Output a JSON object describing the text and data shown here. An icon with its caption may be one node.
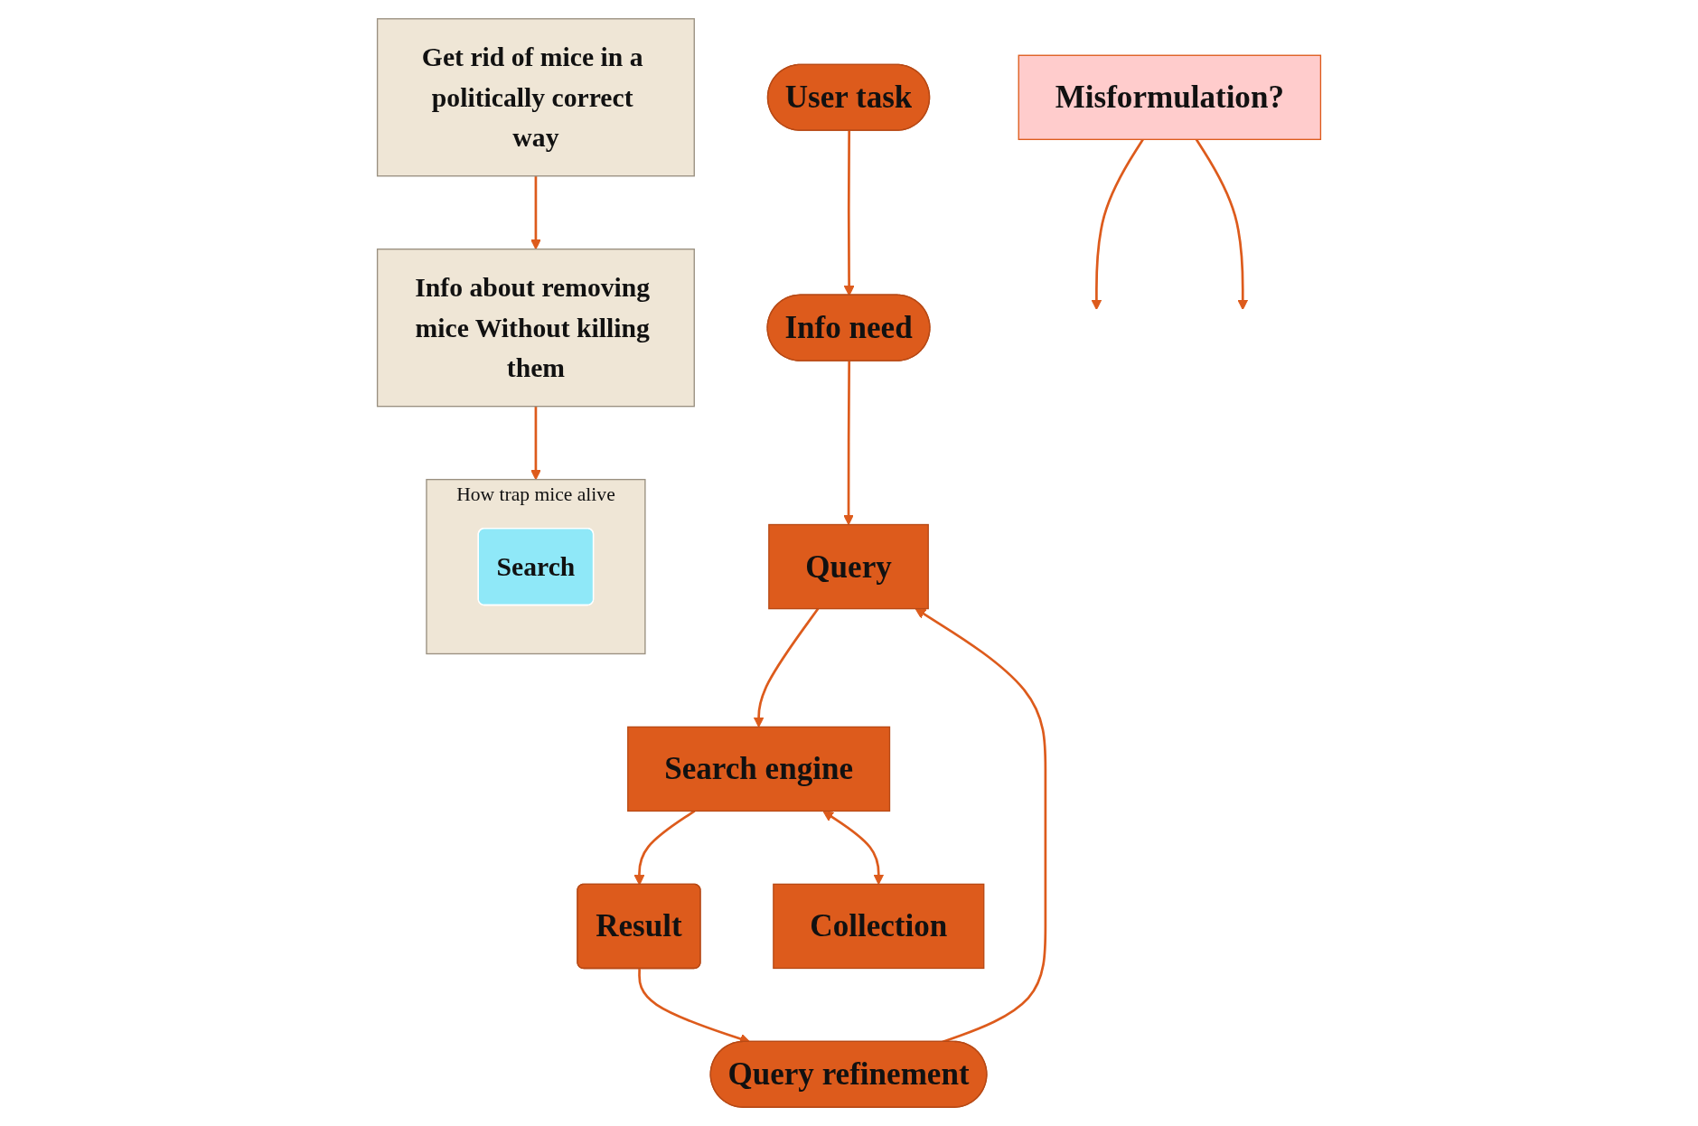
{
  "diagram": {
    "nodes": [
      {
        "text": [
          "User task"
        ]
      },
      {
        "text": [
          "Info need"
        ]
      },
      {
        "text": [
          "Query"
        ]
      },
      {
        "text": [
          "Misformulation?"
        ]
      },
      {
        "text": [
          "Get rid of mice in a politically correct way"
        ]
      },
      {
        "text": [
          "Info about removing mice Without killing them"
        ]
      },
      {
        "text": [
          "How trap mice alive"
        ]
      },
      {
        "text": [
          "Search"
        ],
        "in": 6
      },
      {
        "text": [
          "Search engine"
        ]
      },
      {
        "text": [
          "Result"
        ]
      },
      {
        "text": [
          "Query refinement"
        ]
      },
      {
        "text": [
          "Collection"
        ]
      }
    ],
    "edges": [
      {
        "from": 0,
        "to": 1,
        "arrow": "to"
      },
      {
        "from": 1,
        "to": 2,
        "arrow": "to"
      },
      {
        "from": 3,
        "to": null,
        "arrow": "to"
      },
      {
        "from": 3,
        "to": null,
        "arrow": "to"
      },
      {
        "from": 4,
        "to": 5,
        "arrow": "to"
      },
      {
        "from": 5,
        "to": 6,
        "arrow": "to"
      },
      {
        "from": 2,
        "to": 8,
        "arrow": "to"
      },
      {
        "from": 8,
        "to": 11,
        "arrow": "both"
      },
      {
        "from": 8,
        "to": 9,
        "arrow": "to"
      },
      {
        "from": 9,
        "to": 10,
        "arrow": "to"
      },
      {
        "from": 10,
        "to": 2,
        "arrow": "to"
      }
    ]
  }
}
